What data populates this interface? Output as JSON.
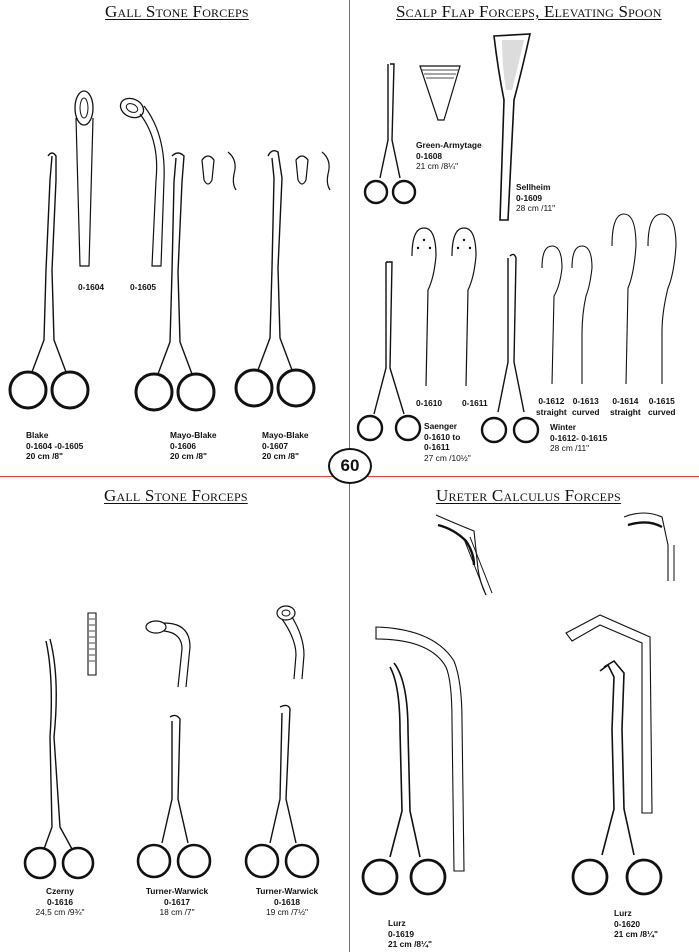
{
  "page_number": "60",
  "sections": {
    "top_left": {
      "title": "Gall Stone Forceps",
      "detail_codes": [
        "0-1604",
        "0-1605"
      ],
      "items": [
        {
          "name": "Blake",
          "code": "0-1604 -0-1605",
          "size": "20 cm /8\""
        },
        {
          "name": "Mayo-Blake",
          "code": "0-1606",
          "size": "20 cm /8\""
        },
        {
          "name": "Mayo-Blake",
          "code": "0-1607",
          "size": "20 cm /8\""
        }
      ]
    },
    "top_right": {
      "title": "Scalp Flap Forceps, Elevating Spoon",
      "items": [
        {
          "name": "Green-Armytage",
          "code": "0-1608",
          "size": "21 cm /8¼\""
        },
        {
          "name": "Sellheim",
          "code": "0-1609",
          "size": "28 cm /11\""
        },
        {
          "name": "Saenger",
          "code": "0-1610 to",
          "code2": "0-1611",
          "size": "27 cm /10½\""
        },
        {
          "name": "Winter",
          "code": "0-1612- 0-1615",
          "size": "28 cm /11\""
        }
      ],
      "detail_codes": [
        {
          "code": "0-1610",
          "note": ""
        },
        {
          "code": "0-1611",
          "note": ""
        },
        {
          "code": "0-1612",
          "note": "straight"
        },
        {
          "code": "0-1613",
          "note": "curved"
        },
        {
          "code": "0-1614",
          "note": "straight"
        },
        {
          "code": "0-1615",
          "note": "curved"
        }
      ]
    },
    "bottom_left": {
      "title": "Gall Stone Forceps",
      "items": [
        {
          "name": "Czerny",
          "code": "0-1616",
          "size": "24,5 cm /9¾\""
        },
        {
          "name": "Turner-Warwick",
          "code": "0-1617",
          "size": "18 cm /7\""
        },
        {
          "name": "Turner-Warwick",
          "code": "0-1618",
          "size": "19 cm /7½\""
        }
      ]
    },
    "bottom_right": {
      "title": "Ureter Calculus Forceps",
      "items": [
        {
          "name": "Lurz",
          "code": "0-1619",
          "size": "21 cm /8¼\""
        },
        {
          "name": "Lurz",
          "code": "0-1620",
          "size": "21 cm /8¼\""
        }
      ]
    }
  },
  "colors": {
    "divider": "#e0433f",
    "ink": "#111111",
    "background": "#ffffff"
  }
}
